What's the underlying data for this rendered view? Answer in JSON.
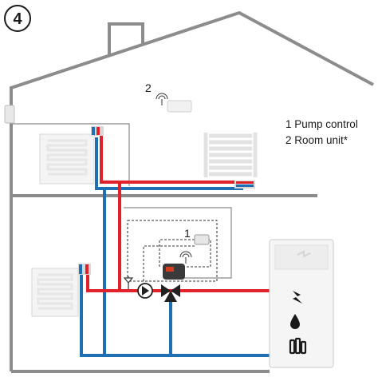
{
  "step_badge": "4",
  "legend": [
    {
      "number": "1",
      "label": "Pump control"
    },
    {
      "number": "2",
      "label": "Room unit*"
    }
  ],
  "callouts": {
    "room_unit": "2",
    "pump_control": "1"
  },
  "boiler": {
    "icons": [
      "lightning-icon",
      "oil-drop-icon",
      "wood-fuel-icon"
    ]
  },
  "colors": {
    "supply": "#e2222b",
    "return": "#1f6fb5",
    "house_outline": "#8c8c8c",
    "control_wire": "#333333"
  }
}
